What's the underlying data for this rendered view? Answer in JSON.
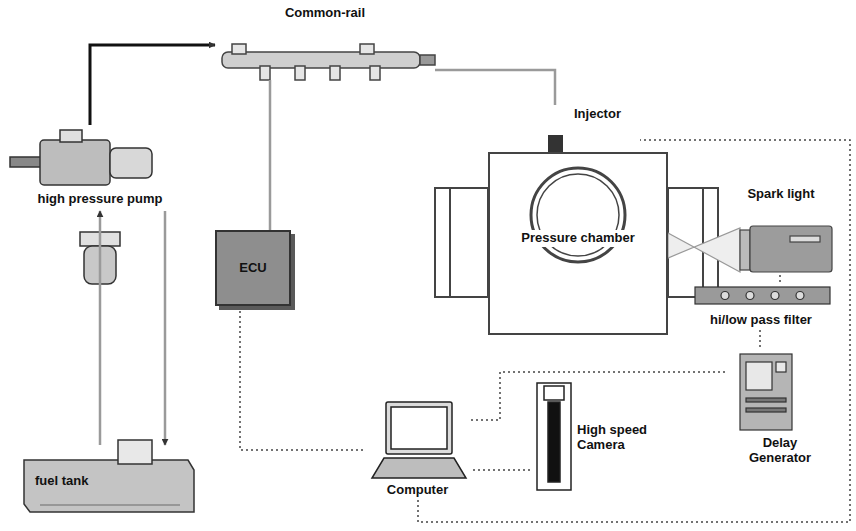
{
  "diagram": {
    "nodes": [
      {
        "text": [
          "Common-rail"
        ]
      },
      {
        "text": [
          "Injector"
        ]
      },
      {
        "text": [
          "high pressure pump"
        ]
      },
      {
        "text": [
          "Pressure chamber"
        ]
      },
      {
        "text": [
          "Spark light"
        ]
      },
      {
        "text": [
          "ECU"
        ]
      },
      {
        "text": [
          "hi/low pass filter"
        ]
      },
      {
        "text": [
          "fuel tank"
        ]
      },
      {
        "text": [
          "High speed Camera"
        ]
      },
      {
        "text": [
          "Delay Generator"
        ]
      },
      {
        "text": [
          "Computer"
        ]
      }
    ],
    "edges": [
      {
        "from": 2,
        "to": 0,
        "arrow": "to"
      },
      {
        "from": 0,
        "to": 1,
        "arrow": "none"
      },
      {
        "from": 7,
        "to": 2,
        "arrow": "to"
      },
      {
        "from": 2,
        "to": 7,
        "arrow": "to"
      },
      {
        "from": 5,
        "to": 0,
        "arrow": "none"
      },
      {
        "from": 5,
        "to": 10,
        "arrow": "none"
      },
      {
        "from": 4,
        "to": 6,
        "arrow": "none"
      },
      {
        "from": 6,
        "to": 9,
        "arrow": "none"
      },
      {
        "from": 9,
        "to": 10,
        "arrow": "none"
      },
      {
        "from": 8,
        "to": 10,
        "arrow": "none"
      },
      {
        "from": 10,
        "to": 1,
        "arrow": "none"
      }
    ]
  }
}
